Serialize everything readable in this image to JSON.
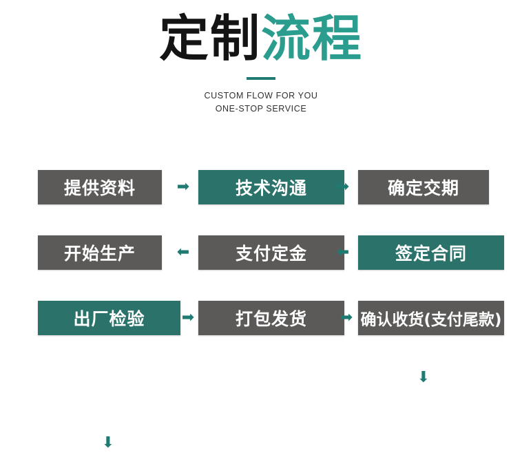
{
  "header": {
    "title_dark": "定制",
    "title_accent": "流程",
    "subtitle_line1": "CUSTOM FLOW FOR YOU",
    "subtitle_line2": "ONE-STOP SERVICE",
    "accent_color": "#2a9d8f",
    "divider_color": "#1f7a72"
  },
  "palette": {
    "gray": "#5c5a58",
    "teal": "#2a726a",
    "arrow": "#1f7a72",
    "background": "#ffffff",
    "text_on_box": "#ffffff"
  },
  "flow": {
    "rows": [
      {
        "direction": "left-to-right",
        "nodes": [
          {
            "label": "提供资料",
            "style": "gray"
          },
          {
            "label": "技术沟通",
            "style": "teal"
          },
          {
            "label": "确定交期",
            "style": "gray"
          }
        ],
        "arrows": [
          "arrow-right",
          "arrow-right"
        ]
      },
      {
        "direction": "right-to-left",
        "nodes": [
          {
            "label": "开始生产",
            "style": "gray"
          },
          {
            "label": "支付定金",
            "style": "gray"
          },
          {
            "label": "签定合同",
            "style": "teal"
          }
        ],
        "arrows": [
          "arrow-left",
          "arrow-left"
        ]
      },
      {
        "direction": "left-to-right",
        "nodes": [
          {
            "label": "出厂检验",
            "style": "teal"
          },
          {
            "label": "打包发货",
            "style": "gray"
          },
          {
            "label": "确认收货(支付尾款)",
            "style": "gray"
          }
        ],
        "arrows": [
          "arrow-right",
          "arrow-right"
        ]
      }
    ],
    "connectors": [
      {
        "name": "row1-to-row2-right",
        "glyph": "arrow-down"
      },
      {
        "name": "row2-to-row3-left",
        "glyph": "arrow-down"
      }
    ],
    "glyphs": {
      "arrow_right": "➡",
      "arrow_left": "⬅",
      "arrow_down": "⬇"
    }
  }
}
